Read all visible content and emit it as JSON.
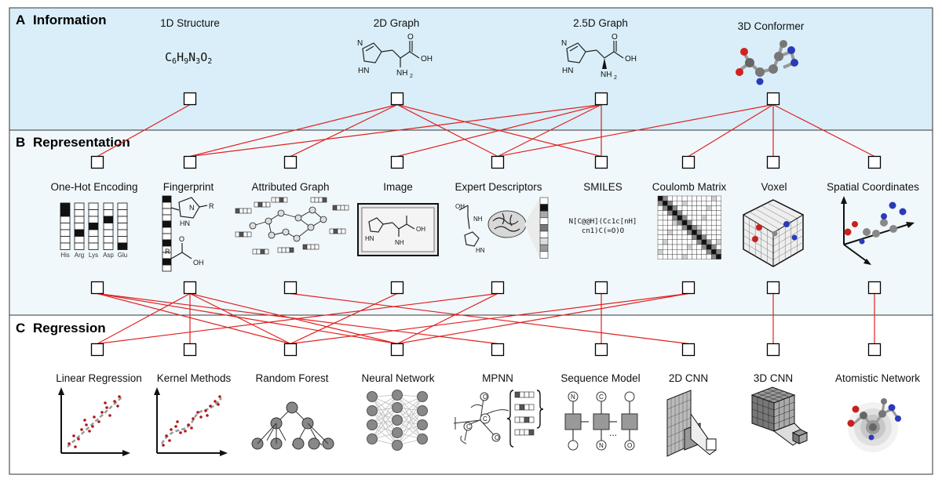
{
  "sections": {
    "a": {
      "letter": "A",
      "title": "Information"
    },
    "b": {
      "letter": "B",
      "title": "Representation"
    },
    "c": {
      "letter": "C",
      "title": "Regression"
    }
  },
  "information": [
    {
      "id": "i0",
      "label": "1D Structure"
    },
    {
      "id": "i1",
      "label": "2D Graph"
    },
    {
      "id": "i2",
      "label": "2.5D Graph"
    },
    {
      "id": "i3",
      "label": "3D Conformer"
    }
  ],
  "formula": {
    "base": "C6H9N3O2",
    "parts": [
      "C",
      "6",
      "H",
      "9",
      "N",
      "3",
      "O",
      "2"
    ]
  },
  "representation": [
    {
      "id": "r0",
      "label": "One-Hot Encoding"
    },
    {
      "id": "r1",
      "label": "Fingerprint"
    },
    {
      "id": "r2",
      "label": "Attributed Graph"
    },
    {
      "id": "r3",
      "label": "Image"
    },
    {
      "id": "r4",
      "label": "Expert Descriptors"
    },
    {
      "id": "r5",
      "label": "SMILES"
    },
    {
      "id": "r6",
      "label": "Coulomb Matrix"
    },
    {
      "id": "r7",
      "label": "Voxel"
    },
    {
      "id": "r8",
      "label": "Spatial Coordinates"
    }
  ],
  "regression": [
    {
      "id": "g0",
      "label": "Linear Regression"
    },
    {
      "id": "g1",
      "label": "Kernel Methods"
    },
    {
      "id": "g2",
      "label": "Random Forest"
    },
    {
      "id": "g3",
      "label": "Neural Network"
    },
    {
      "id": "g4",
      "label": "MPNN"
    },
    {
      "id": "g5",
      "label": "Sequence Model"
    },
    {
      "id": "g6",
      "label": "2D CNN"
    },
    {
      "id": "g7",
      "label": "3D CNN"
    },
    {
      "id": "g8",
      "label": "Atomistic Network"
    }
  ],
  "onehot_labels": [
    "His",
    "Arg",
    "Lys",
    "Asp",
    "Glu"
  ],
  "smiles_text": {
    "line1": "N[C@@H](Cc1c[nH]",
    "line2": "cn1)C(=O)O"
  },
  "molecule_labels": {
    "nh": "N",
    "hn": "HN",
    "nh2": "NH",
    "nh2_sub": "2",
    "o": "O",
    "oh": "OH",
    "r": "R",
    "h": "H",
    "n": "N"
  },
  "mpnn_labels": {
    "o": "O",
    "c": "C"
  },
  "seq_labels": {
    "n": "N",
    "c": "C",
    "o": "O",
    "dots": "..."
  },
  "edges_info_rep": [
    [
      "i0",
      "r0"
    ],
    [
      "i1",
      "r1"
    ],
    [
      "i1",
      "r2"
    ],
    [
      "i1",
      "r4"
    ],
    [
      "i1",
      "r5"
    ],
    [
      "i2",
      "r1"
    ],
    [
      "i2",
      "r3"
    ],
    [
      "i2",
      "r4"
    ],
    [
      "i2",
      "r5"
    ],
    [
      "i3",
      "r4"
    ],
    [
      "i3",
      "r6"
    ],
    [
      "i3",
      "r7"
    ],
    [
      "i3",
      "r8"
    ]
  ],
  "edges_rep_reg": [
    [
      "r0",
      "g2"
    ],
    [
      "r0",
      "g3"
    ],
    [
      "r0",
      "g4"
    ],
    [
      "r1",
      "g0"
    ],
    [
      "r1",
      "g1"
    ],
    [
      "r1",
      "g2"
    ],
    [
      "r1",
      "g3"
    ],
    [
      "r2",
      "g6"
    ],
    [
      "r3",
      "g2"
    ],
    [
      "r4",
      "g0"
    ],
    [
      "r4",
      "g3"
    ],
    [
      "r5",
      "g5"
    ],
    [
      "r6",
      "g2"
    ],
    [
      "r6",
      "g3"
    ],
    [
      "r7",
      "g7"
    ],
    [
      "r8",
      "g8"
    ]
  ],
  "colors": {
    "info_bg": "#d9eef8",
    "rep_bg": "#f1f8fb",
    "reg_bg": "#ffffff",
    "edge": "#e02020"
  }
}
